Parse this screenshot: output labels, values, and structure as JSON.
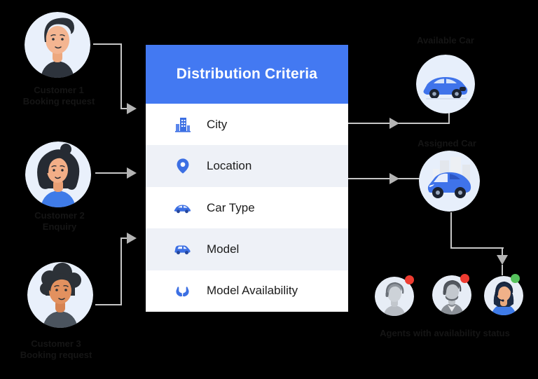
{
  "panel": {
    "title": "Distribution Criteria",
    "header_bg": "#4379F2",
    "title_color": "#FFFFFF",
    "row_alt_bg": "#EEF1F7",
    "icon_color": "#3C6FE3",
    "rows": [
      {
        "icon": "city-icon",
        "label": "City"
      },
      {
        "icon": "location-pin-icon",
        "label": "Location"
      },
      {
        "icon": "sedan-car-icon",
        "label": "Car Type"
      },
      {
        "icon": "suv-car-icon",
        "label": "Model"
      },
      {
        "icon": "open-hands-icon",
        "label": "Model Availability"
      }
    ]
  },
  "customers": [
    {
      "caption_line1": "Customer 1",
      "caption_line2": "Booking request"
    },
    {
      "caption_line1": "Customer 2",
      "caption_line2": "Enquiry"
    },
    {
      "caption_line1": "Customer 3",
      "caption_line2": "Booking request"
    }
  ],
  "matches": [
    {
      "caption": "Available Car"
    },
    {
      "caption": "Assigned Car"
    }
  ],
  "agents": {
    "caption": "Agents with availability status",
    "items": [
      {
        "status": "busy"
      },
      {
        "status": "busy"
      },
      {
        "status": "available"
      }
    ]
  },
  "colors": {
    "background": "#000000",
    "connector": "#C6C6C6",
    "arrowhead": "#B4B4B4",
    "avatar_circle_bg": "#E9F0FB",
    "agent_circle_bg": "#E7EDF6",
    "car_blue": "#3F73EA",
    "status_busy": "#EE3B30",
    "status_available": "#55C25C"
  }
}
